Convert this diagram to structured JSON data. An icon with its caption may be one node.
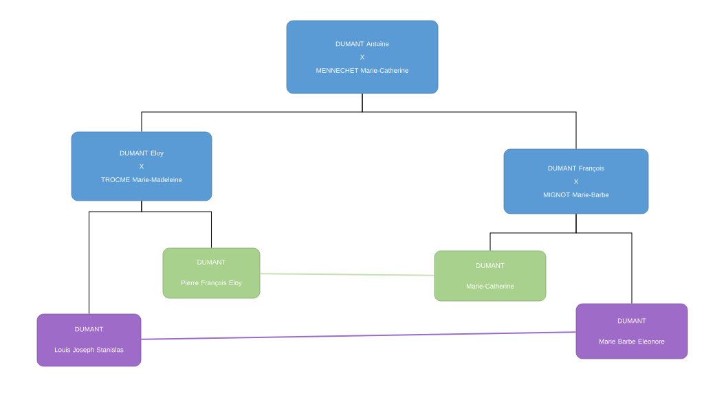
{
  "diagram": {
    "nodes": [
      {
        "text": [
          "DUMANT Antoine",
          "X",
          "MENNECHET Marie-Catherine"
        ]
      },
      {
        "text": [
          "DUMANT Eloy",
          "X",
          "TROCME Marie-Madeleine"
        ]
      },
      {
        "text": [
          "DUMANT François",
          "X",
          "MIGNOT Marie-Barbe"
        ]
      },
      {
        "text": [
          "DUMANT",
          "Pierre François Eloy"
        ]
      },
      {
        "text": [
          "DUMANT",
          "Marie-Catherine"
        ]
      },
      {
        "text": [
          "DUMANT",
          "Louis Joseph Stanislas"
        ]
      },
      {
        "text": [
          "DUMANT",
          "Marie Barbe Eléonore"
        ]
      }
    ],
    "edges": [
      {
        "from": 0,
        "to": 1,
        "arrow": "none"
      },
      {
        "from": 0,
        "to": 2,
        "arrow": "none"
      },
      {
        "from": 1,
        "to": 5,
        "arrow": "none"
      },
      {
        "from": 1,
        "to": 3,
        "arrow": "none"
      },
      {
        "from": 2,
        "to": 4,
        "arrow": "none"
      },
      {
        "from": 2,
        "to": 6,
        "arrow": "none"
      },
      {
        "from": 3,
        "to": 4,
        "arrow": "none",
        "color": "#c5e0b4"
      },
      {
        "from": 5,
        "to": 6,
        "arrow": "none",
        "color": "#9e6bc9"
      }
    ]
  }
}
